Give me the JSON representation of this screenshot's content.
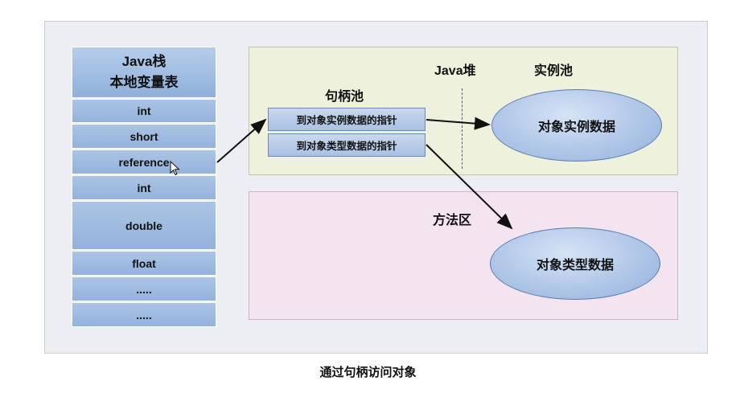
{
  "stack": {
    "title_line1": "Java栈",
    "title_line2": "本地变量表",
    "slots": [
      "int",
      "short",
      "reference",
      "int",
      "double",
      "float",
      ".....",
      "....."
    ]
  },
  "heap": {
    "label": "Java堆",
    "instance_pool_label": "实例池",
    "handle_pool_label": "句柄池",
    "handle_entries": [
      "到对象实例数据的指针",
      "到对象类型数据的指针"
    ],
    "instance_data": "对象实例数据"
  },
  "method_area": {
    "label": "方法区",
    "type_data": "对象类型数据"
  },
  "caption": "通过句柄访问对象",
  "colors": {
    "stack_cell": "#a3bde2",
    "heap_bg": "#eef1dc",
    "method_bg": "#f3e4f0",
    "outer_bg": "#eceef3"
  }
}
